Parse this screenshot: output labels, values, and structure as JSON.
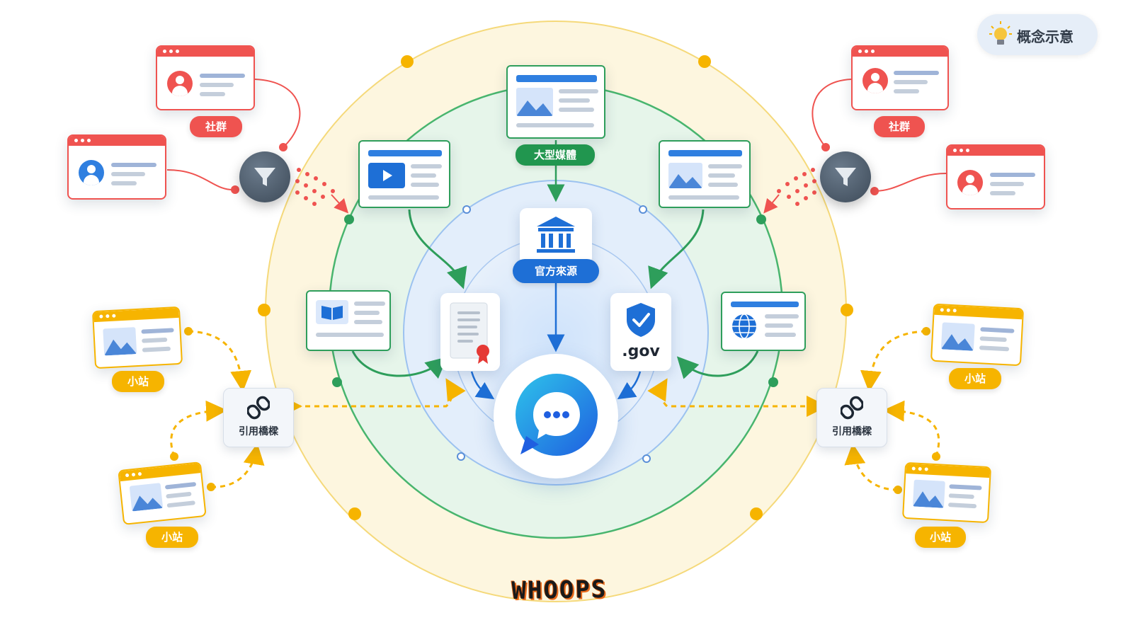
{
  "badge": {
    "label": "概念示意",
    "icon": "lightbulb-icon"
  },
  "labels": {
    "social": "社群",
    "small_site": "小站",
    "mainstream_media": "大型媒體",
    "official_source": "官方來源",
    "citation_bridge": "引用橋樑",
    "gov": ".gov"
  },
  "watermark": "WHOOPS",
  "colors": {
    "social": "#ef5350",
    "small_site": "#f6b400",
    "media": "#2e9e5b",
    "official": "#1e6fd6",
    "ring_outer": "#fbefc6",
    "ring_mid": "#dff2e4",
    "ring_inner": "#dbe9fb"
  },
  "icons": {
    "center": "chat-bubble-icon",
    "filter": "funnel-icon",
    "bridge": "link-chain-icon",
    "official": "government-building-icon",
    "certificate": "certificate-icon",
    "gov": "shield-check-icon",
    "globe": "globe-icon",
    "book": "book-icon",
    "video": "play-icon",
    "image": "image-icon",
    "user": "user-avatar-icon"
  }
}
